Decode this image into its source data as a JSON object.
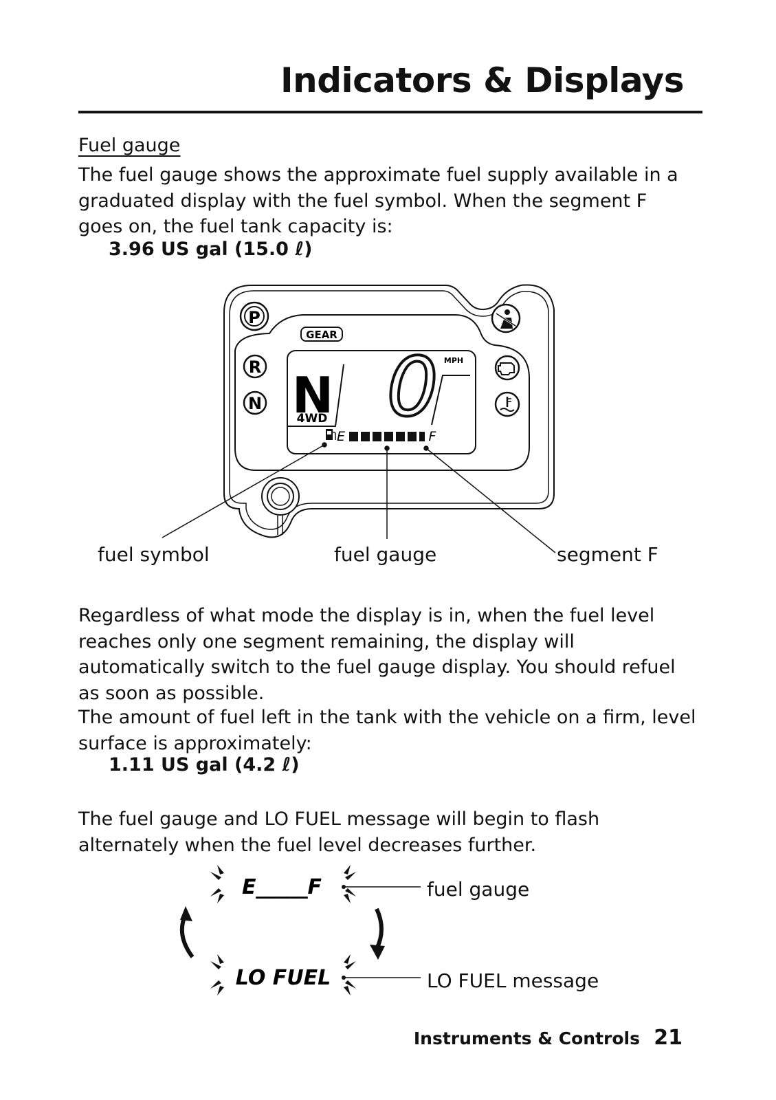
{
  "header": {
    "title": "Indicators & Displays"
  },
  "section": {
    "heading": "Fuel gauge",
    "paragraph1": "The fuel gauge shows the approximate fuel supply available in a graduated display with the fuel symbol. When the segment F goes on, the fuel tank capacity is:",
    "capacity": "3.96 US gal (15.0 ℓ)",
    "paragraph2": "Regardless of what mode the display is in, when the fuel level reaches only one segment remaining, the display will automatically switch to the fuel gauge display. You should refuel as soon as possible.",
    "paragraph3": "The amount of fuel left in the tank with the vehicle on a firm, level surface is approximately:",
    "reserve": "1.11 US gal (4.2 ℓ)",
    "paragraph4": "The fuel gauge and LO FUEL message will begin to flash alternately when the fuel level decreases further."
  },
  "figure1": {
    "indicators": {
      "park": "P",
      "reverse": "R",
      "neutral": "N"
    },
    "gear_badge": "GEAR",
    "gear_value": "N",
    "drive_mode": "4WD",
    "speed": "0",
    "speed_unit": "MPH",
    "gauge_empty": "E",
    "gauge_full": "F",
    "callouts": {
      "fuel_symbol": "fuel symbol",
      "fuel_gauge": "fuel gauge",
      "segment_f": "segment F"
    }
  },
  "figure2": {
    "gauge_display": "E_____F",
    "lo_fuel_display": "LO FUEL",
    "callouts": {
      "fuel_gauge": "fuel gauge",
      "lo_fuel_message": "LO FUEL message"
    }
  },
  "footer": {
    "section": "Instruments & Controls",
    "page_number": "21"
  }
}
